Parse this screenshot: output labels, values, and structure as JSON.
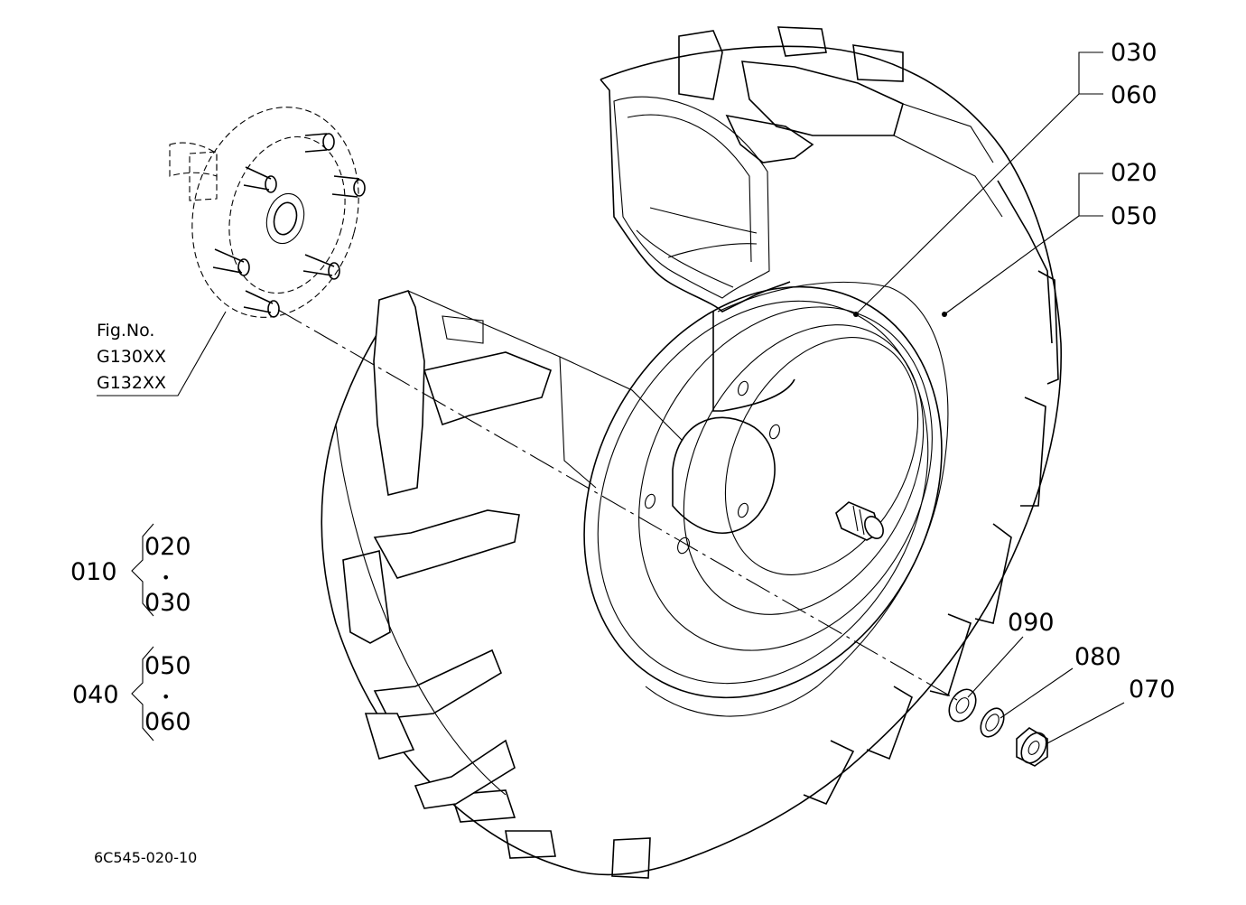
{
  "callouts": {
    "c030": "030",
    "c060": "060",
    "c020": "020",
    "c050": "050",
    "c090": "090",
    "c080": "080",
    "c070": "070"
  },
  "figure_ref": {
    "line1": "Fig.No.",
    "line2": "G130XX",
    "line3": "G132XX"
  },
  "assemblies": {
    "a010": {
      "parent": "010",
      "top": "020",
      "sep": "•",
      "bottom": "030"
    },
    "a040": {
      "parent": "040",
      "top": "050",
      "sep": "•",
      "bottom": "060"
    }
  },
  "drawing_code": "6C545-020-10"
}
